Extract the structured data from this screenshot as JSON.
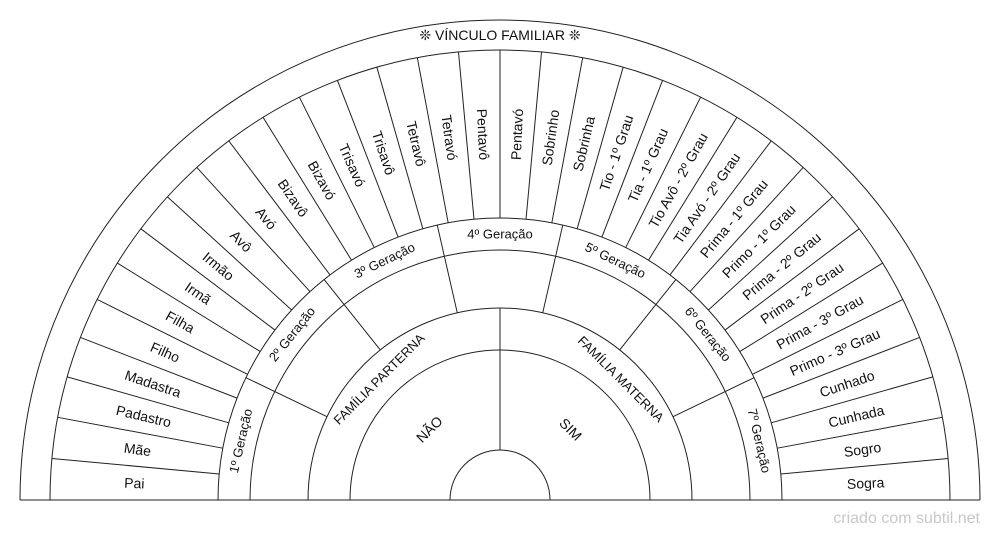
{
  "title": "VÍNCULO FAMILIAR",
  "title_ornament": "❊",
  "relations": [
    "Pai",
    "Mãe",
    "Padastro",
    "Madastra",
    "Filho",
    "Filha",
    "Irmã",
    "Irmão",
    "Avô",
    "Avó",
    "Bizavô",
    "Bizavó",
    "Trisavó",
    "Trisavô",
    "Tetravô",
    "Tetravó",
    "Pentavô",
    "Pentavó",
    "Sobrinho",
    "Sobrinha",
    "Tio - 1º Grau",
    "Tia - 1º Grau",
    "Tio Avô - 2º Grau",
    "Tia Avó - 2º Grau",
    "Prima - 1º Grau",
    "Primo - 1º Grau",
    "Prima - 2º Grau",
    "Prima - 2º Grau",
    "Prima - 3º Grau",
    "Primo - 3º Grau",
    "Cunhado",
    "Cunhada",
    "Sogro",
    "Sogra"
  ],
  "generations": [
    "1º Geração",
    "2º Geração",
    "3º Geração",
    "4º Geração",
    "5º Geração",
    "6º Geração",
    "7º Geração"
  ],
  "families": [
    "FAMÍLIA PARTERNA",
    "FAMÍLIA MATERNA"
  ],
  "answers": [
    "NÃO",
    "SIM"
  ],
  "watermark": "criado com subtil.net"
}
